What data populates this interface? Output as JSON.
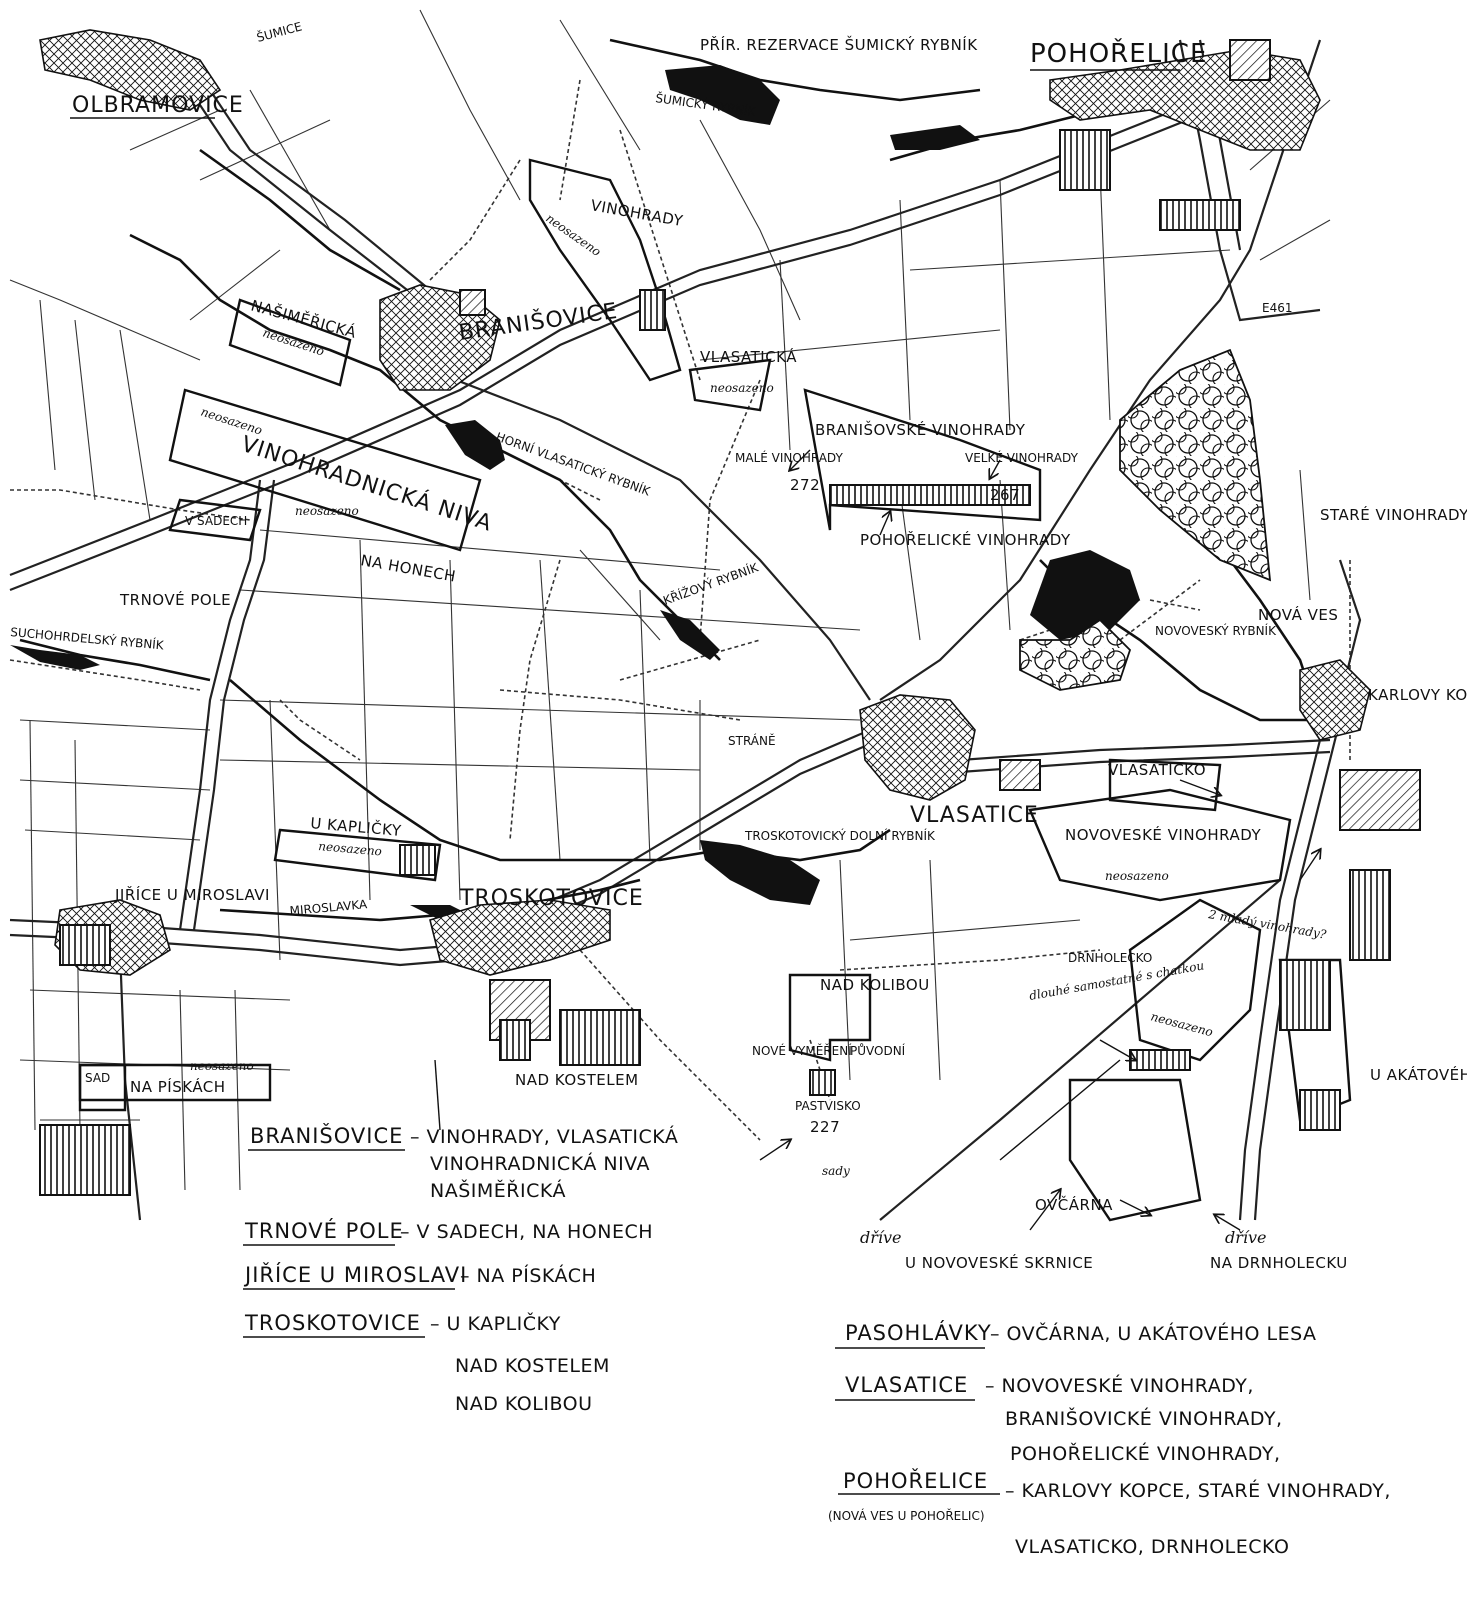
{
  "places": {
    "olbramovice": "OLBRAMOVICE",
    "sumice": "ŠUMICE",
    "rezervace": "PŘÍR. REZERVACE ŠUMICKÝ RYBNÍK",
    "sumicky_rybnik": "ŠUMICKÝ RYBNÍK",
    "pohorelice": "POHOŘELICE",
    "e461": "E461",
    "vinohrady_top": "VINOHRADY",
    "neosazeno": "neosazeno",
    "nasimericka": "NAŠIMĚŘICKÁ",
    "branisovice": "BRANIŠOVICE",
    "vlasaticka": "VLASATICKÁ",
    "horni_vlasaticky": "HORNÍ VLASATICKÝ RYBNÍK",
    "vinohradnicka_niva": "VINOHRADNICKÁ NIVA",
    "branisovske_vinohrady": "BRANIŠOVSKÉ VINOHRADY",
    "male_vinohrady": "MALÉ VINOHRADY",
    "velke_vinohrady": "VELKÉ VINOHRADY",
    "elev_272": "272",
    "elev_267": "267",
    "pohorelicke_vinohrady": "POHOŘELICKÉ VINOHRADY",
    "v_sadech": "V SADECH",
    "na_honech": "NA HONECH",
    "trnove_pole": "TRNOVÉ POLE",
    "krizovy_rybnik": "KŘÍŽOVÝ RYBNÍK",
    "suchohrdelsky": "SUCHOHRDELSKÝ RYBNÍK",
    "stare_vinohrady": "STARÉ VINOHRADY",
    "nova_ves": "NOVÁ VES",
    "novovesky_rybnik": "NOVOVESKÝ RYBNÍK",
    "karlovy_kopce": "KARLOVY KOPCE",
    "strane": "STRÁNĚ",
    "vlasatice": "VLASATICE",
    "vlasaticko": "VLASATICKO",
    "novoveske_vinohrady": "NOVOVESKÉ VINOHRADY",
    "u_kaplicky": "U KAPLIČKY",
    "troskotovicky_dolni": "TROSKOTOVICKÝ DOLNÍ RYBNÍK",
    "jirice": "JIŘÍCE U MIROSLAVI",
    "miroslavka": "MIROSLAVKA",
    "troskotovice": "TROSKOTOVICE",
    "mlady_vinohrady": "2 mladý vinohrady?",
    "drnholecko": "DRNHOLECKO",
    "nad_kolibou": "NAD KOLIBOU",
    "dulne": "dlouhé samostatné s chatkou",
    "nove_vymereni": "NOVÉ VYMĚŘENÍ",
    "puvodni": "PŮVODNÍ",
    "sad": "SAD",
    "na_piskach": "NA PÍSKÁCH",
    "nad_kostelem": "NAD KOSTELEM",
    "pastvisko": "PASTVISKO",
    "elev_227": "227",
    "sady": "sady",
    "ovcarna": "OVČÁRNA",
    "u_akatoveho_lesa": "U AKÁTOVÉHO LESA",
    "drive1": "dříve",
    "u_novoveske_skrnice": "U NOVOVESKÉ SKRNICE",
    "drive2": "dříve",
    "na_drnholecku": "NA DRNHOLECKU"
  },
  "legend": {
    "left": [
      {
        "village": "BRANIŠOVICE",
        "lines": [
          "– VINOHRADY, VLASATICKÁ",
          "VINOHRADNICKÁ NIVA",
          "NAŠIMĚŘICKÁ"
        ]
      },
      {
        "village": "TRNOVÉ POLE",
        "lines": [
          "– V SADECH, NA HONECH"
        ]
      },
      {
        "village": "JIŘÍCE U MIROSLAVI",
        "lines": [
          "– NA PÍSKÁCH"
        ]
      },
      {
        "village": "TROSKOTOVICE",
        "lines": [
          "– U KAPLIČKY",
          "NAD KOSTELEM",
          "NAD KOLIBOU"
        ]
      }
    ],
    "right": [
      {
        "village": "PASOHLÁVKY",
        "lines": [
          "– OVČÁRNA, U AKÁTOVÉHO LESA"
        ]
      },
      {
        "village": "VLASATICE",
        "lines": [
          "– NOVOVESKÉ VINOHRADY,",
          "BRANIŠOVICKÉ VINOHRADY,",
          "POHOŘELICKÉ VINOHRADY,"
        ]
      },
      {
        "village": "POHOŘELICE",
        "sub": "(NOVÁ VES U POHOŘELIC)",
        "lines": [
          "– KARLOVY KOPCE, STARÉ VINOHRADY,",
          "VLASATICKO, DRNHOLECKO"
        ]
      }
    ]
  },
  "colors": {
    "ink": "#111111",
    "paper": "#ffffff"
  }
}
